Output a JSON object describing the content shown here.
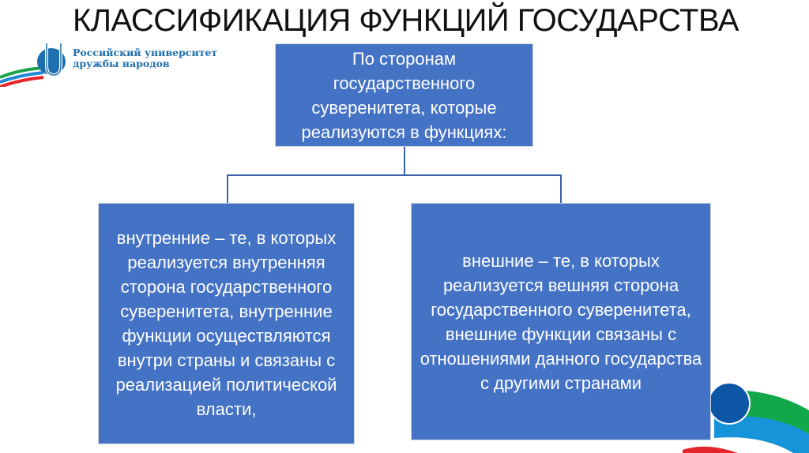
{
  "title": "КЛАССИФИКАЦИЯ ФУНКЦИЙ ГОСУДАРСТВА",
  "logo": {
    "line1": "Российский университет",
    "line2": "дружбы народов"
  },
  "diagram": {
    "root": "По сторонам государственного суверенитета, которые реализуются в функциях:",
    "left": "внутренние – те, в которых реализуется внутренняя сторона государственного суверенитета, внутренние функции осуществляются внутри страны и связаны с реализацией политической власти,",
    "right": "внешние – те, в которых реализуется вешняя сторона государственного суверенитета, внешние функции связаны с отношениями данного государства с другими странами"
  },
  "colors": {
    "box": "#4472c4",
    "connector": "#3a62a8"
  }
}
